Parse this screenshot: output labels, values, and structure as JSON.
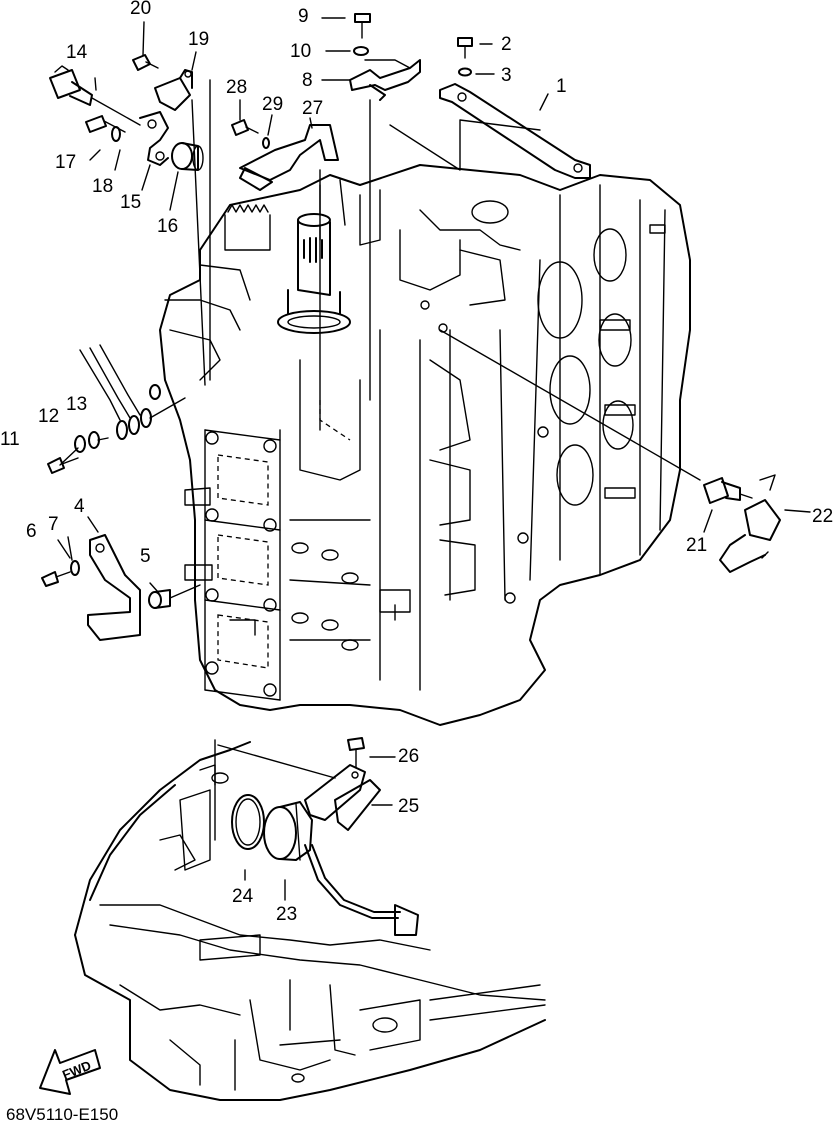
{
  "diagram": {
    "code": "68V5110-E150",
    "fwd_label": "FWD",
    "callouts": [
      {
        "id": "c1",
        "text": "1"
      },
      {
        "id": "c2",
        "text": "2"
      },
      {
        "id": "c3",
        "text": "3"
      },
      {
        "id": "c4",
        "text": "4"
      },
      {
        "id": "c5",
        "text": "5"
      },
      {
        "id": "c6",
        "text": "6"
      },
      {
        "id": "c7",
        "text": "7"
      },
      {
        "id": "c8",
        "text": "8"
      },
      {
        "id": "c9",
        "text": "9"
      },
      {
        "id": "c10",
        "text": "10"
      },
      {
        "id": "c11",
        "text": "11"
      },
      {
        "id": "c12",
        "text": "12"
      },
      {
        "id": "c13",
        "text": "13"
      },
      {
        "id": "c14",
        "text": "14"
      },
      {
        "id": "c15",
        "text": "15"
      },
      {
        "id": "c16",
        "text": "16"
      },
      {
        "id": "c17",
        "text": "17"
      },
      {
        "id": "c18",
        "text": "18"
      },
      {
        "id": "c19",
        "text": "19"
      },
      {
        "id": "c20",
        "text": "20"
      },
      {
        "id": "c21",
        "text": "21"
      },
      {
        "id": "c22",
        "text": "22"
      },
      {
        "id": "c23",
        "text": "23"
      },
      {
        "id": "c24",
        "text": "24"
      },
      {
        "id": "c25",
        "text": "25"
      },
      {
        "id": "c26",
        "text": "26"
      },
      {
        "id": "c27",
        "text": "27"
      },
      {
        "id": "c28",
        "text": "28"
      },
      {
        "id": "c29",
        "text": "29"
      }
    ]
  }
}
